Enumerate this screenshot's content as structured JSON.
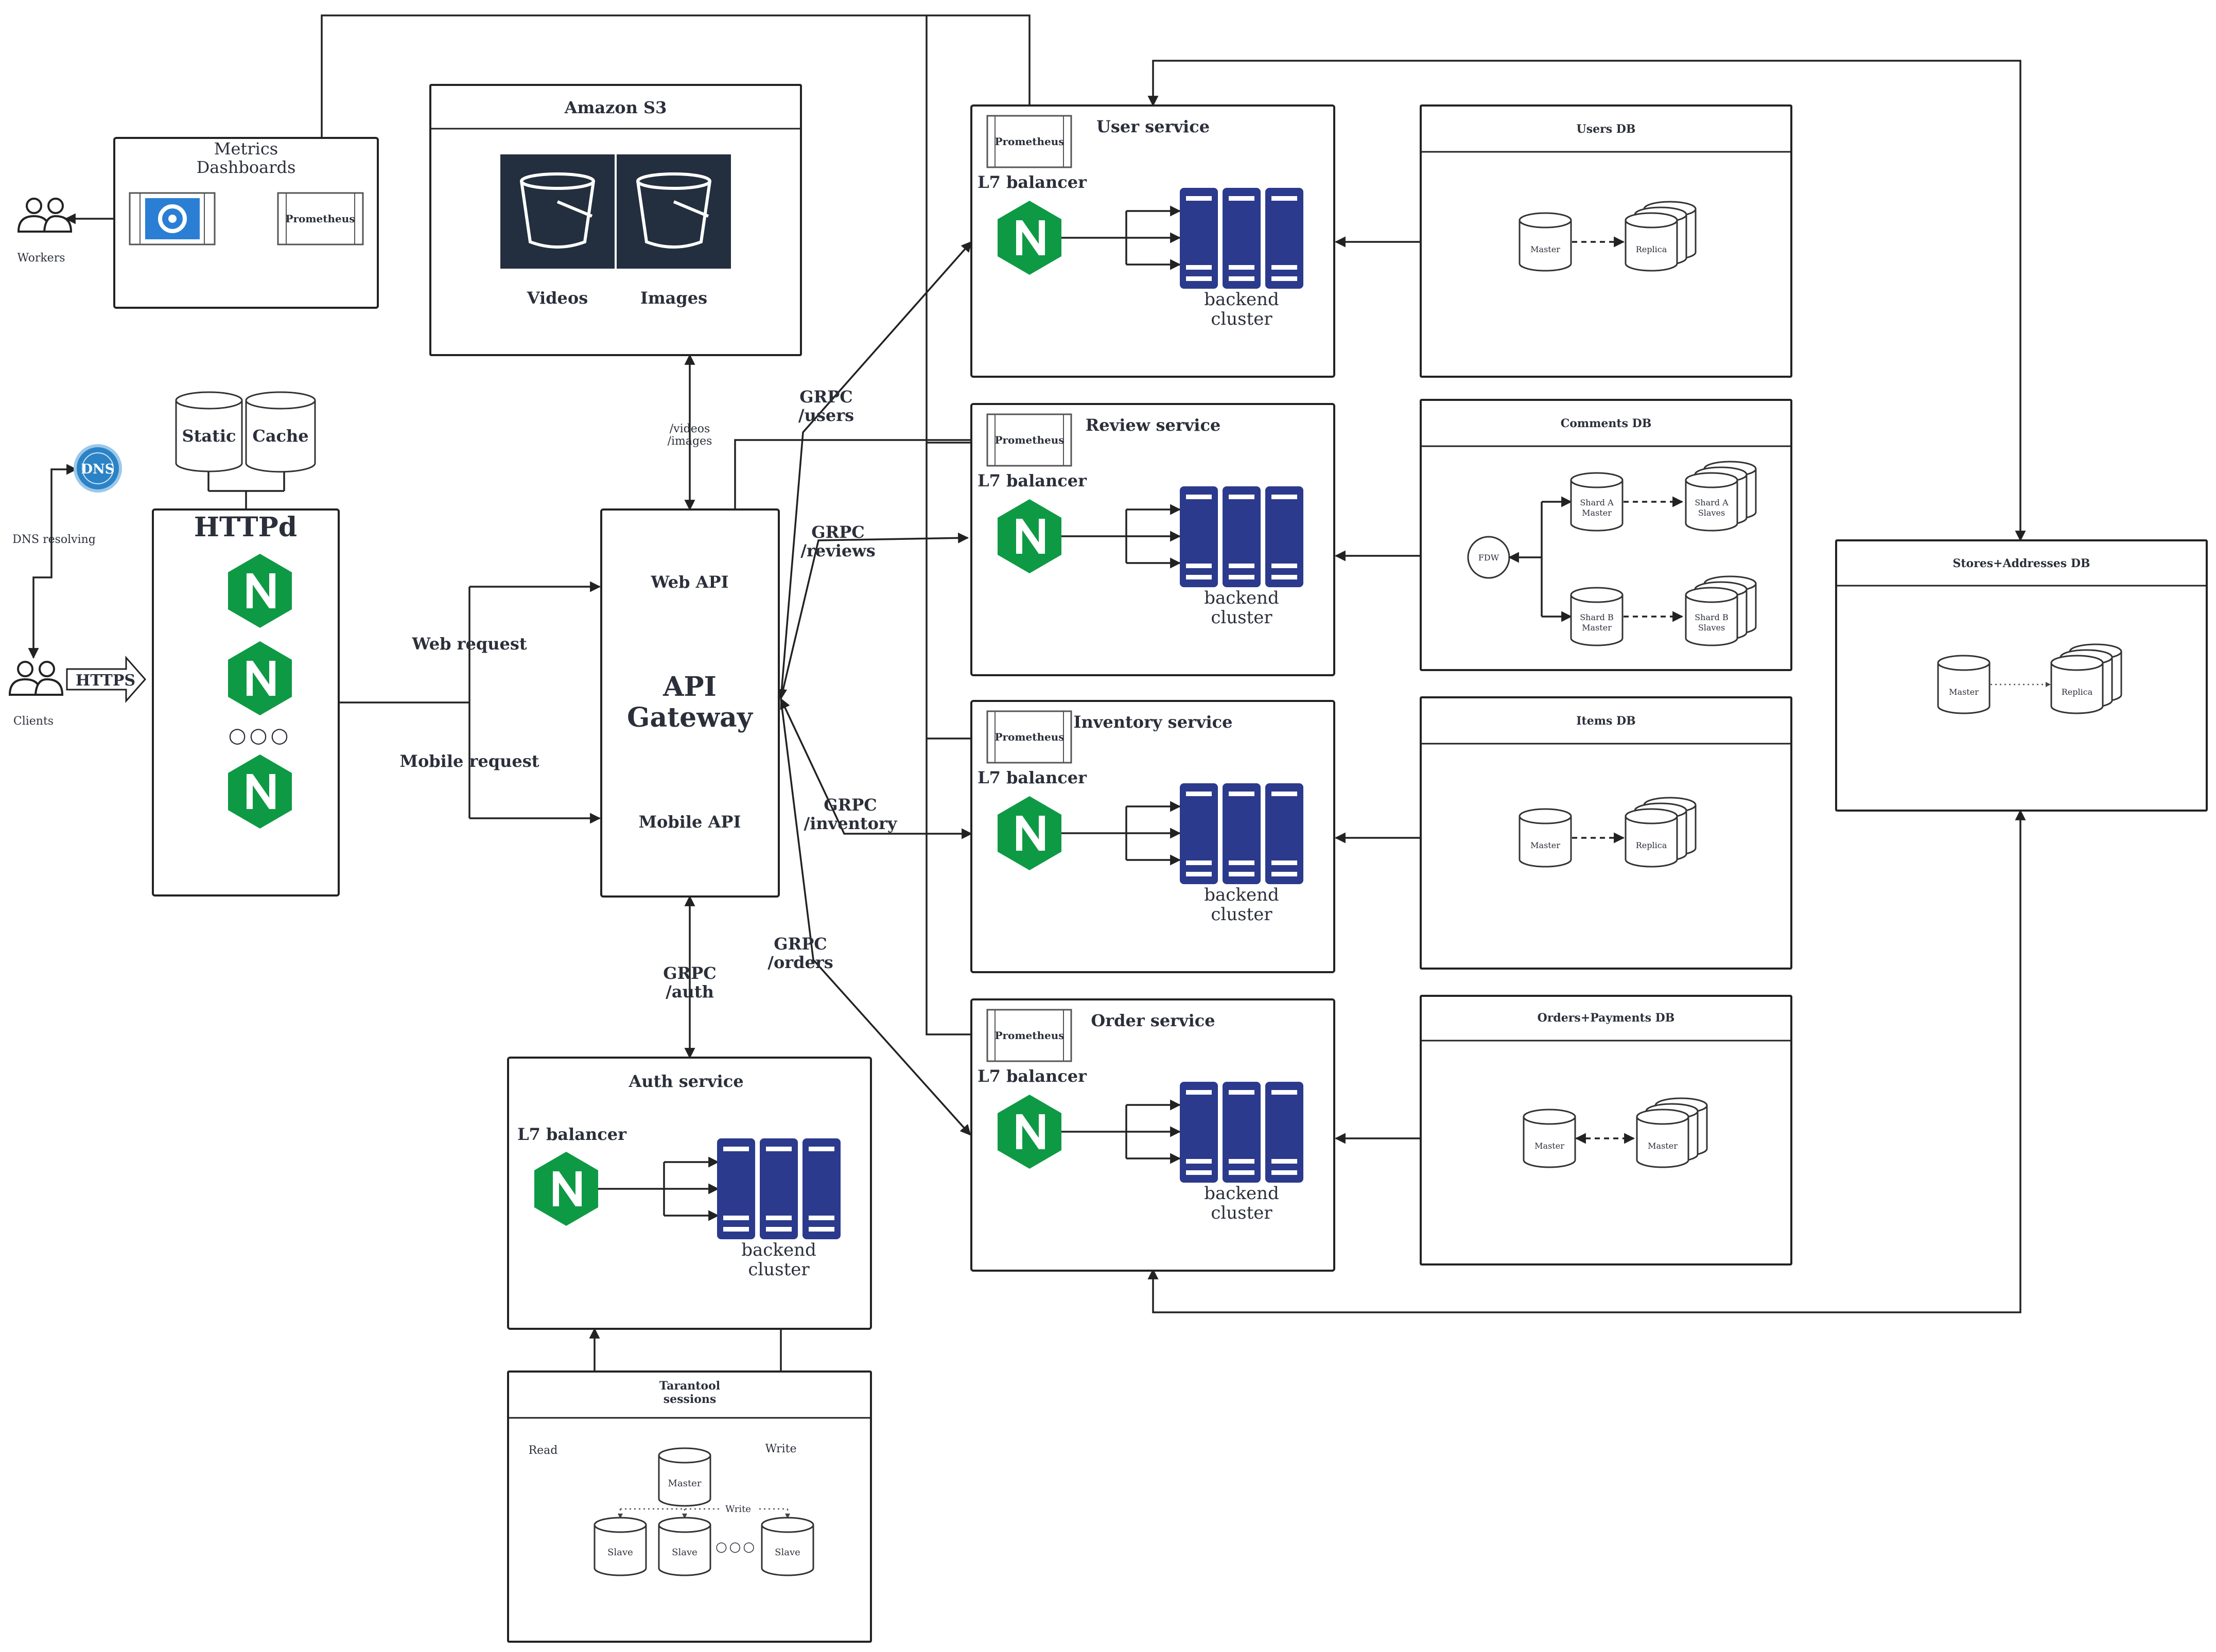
{
  "colors": {
    "nginx_green": "#0e9a44",
    "server_navy": "#2b3a8c",
    "bucket_bg": "#232f3e",
    "grafana_blue": "#2a7fd4",
    "dns_blue": "#2b83c6"
  },
  "actors": {
    "workers": "Workers",
    "clients": "Clients"
  },
  "edge_labels": {
    "dns_resolving": "DNS resolving",
    "https": "HTTPS",
    "web_request": "Web request",
    "mobile_request": "Mobile request",
    "videos_images": "/videos\n/images",
    "grpc_users": "GRPC\n/users",
    "grpc_reviews": "GRPC\n/reviews",
    "grpc_inventory": "GRPC\n/inventory",
    "grpc_orders": "GRPC\n/orders",
    "grpc_auth": "GRPC\n/auth",
    "read": "Read",
    "write": "Write",
    "write_fanout": "Write"
  },
  "metrics": {
    "title": "Metrics\nDashboards",
    "prometheus": "Prometheus",
    "grafana_icon": "grafana-icon"
  },
  "dns": {
    "label": "DNS"
  },
  "httpd": {
    "title": "HTTPd",
    "static": "Static",
    "cache": "Cache",
    "ellipsis": "○○○"
  },
  "s3": {
    "title": "Amazon S3",
    "videos": "Videos",
    "images": "Images"
  },
  "gateway": {
    "web_api": "Web API",
    "title": "API\nGateway",
    "mobile_api": "Mobile API"
  },
  "services": [
    {
      "title": "User service",
      "prometheus": "Prometheus",
      "balancer": "L7 balancer",
      "cluster": "backend\ncluster"
    },
    {
      "title": "Review service",
      "prometheus": "Prometheus",
      "balancer": "L7 balancer",
      "cluster": "backend\ncluster"
    },
    {
      "title": "Inventory service",
      "prometheus": "Prometheus",
      "balancer": "L7 balancer",
      "cluster": "backend\ncluster"
    },
    {
      "title": "Order service",
      "prometheus": "Prometheus",
      "balancer": "L7 balancer",
      "cluster": "backend\ncluster"
    }
  ],
  "auth": {
    "title": "Auth service",
    "balancer": "L7 balancer",
    "cluster": "backend\ncluster"
  },
  "tarantool": {
    "title": "Tarantool\nsessions",
    "master": "Master",
    "slave1": "Slave",
    "slave2": "Slave",
    "slave3": "Slave",
    "ellipsis": "○○○"
  },
  "dbs": {
    "users": {
      "title": "Users DB",
      "master": "Master",
      "replica": "Replica"
    },
    "comments": {
      "title": "Comments DB",
      "fdw": "FDW",
      "shard_a_master": "Shard A\nMaster",
      "shard_a_slaves": "Shard A\nSlaves",
      "shard_b_master": "Shard B\nMaster",
      "shard_b_slaves": "Shard B\nSlaves"
    },
    "items": {
      "title": "Items DB",
      "master": "Master",
      "replica": "Replica"
    },
    "orders": {
      "title": "Orders+Payments DB",
      "master1": "Master",
      "master2": "Master"
    },
    "stores": {
      "title": "Stores+Addresses DB",
      "master": "Master",
      "replica": "Replica"
    }
  }
}
